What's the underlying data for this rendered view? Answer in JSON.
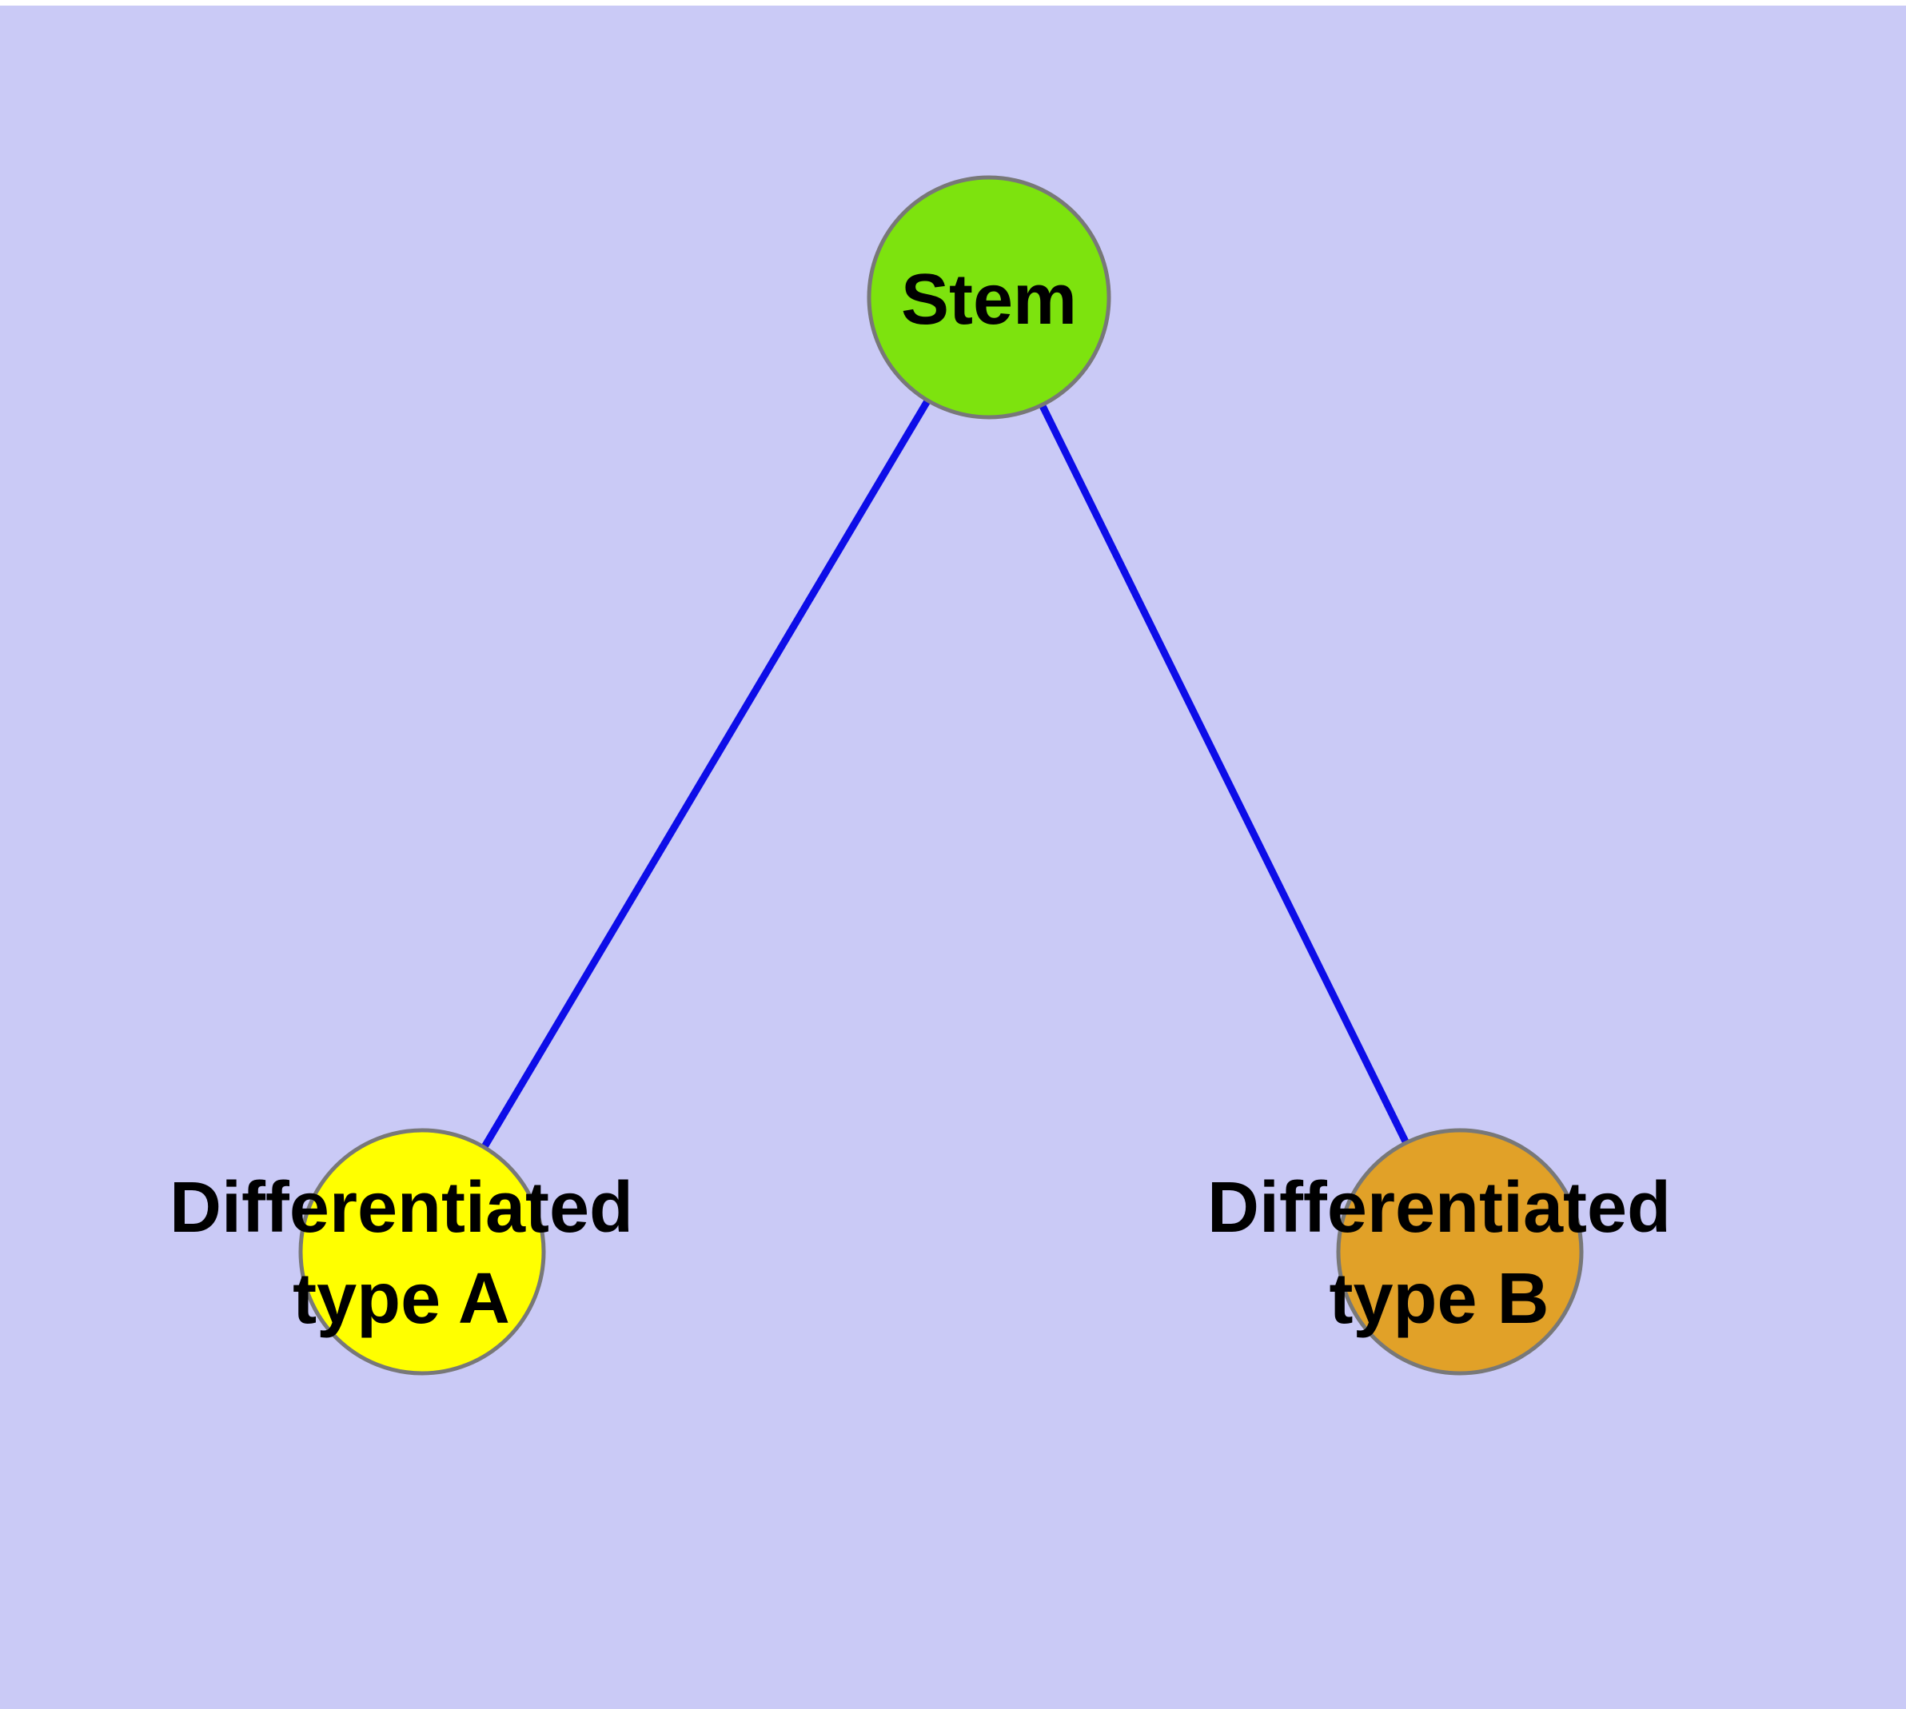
{
  "canvas": {
    "background_color": "#CACAF6",
    "top_strip_color": "#FFFFFF"
  },
  "diagram": {
    "type": "node-link-graph",
    "edge_color": "#0D0DE8",
    "node_border_color": "#787878",
    "nodes": [
      {
        "id": "stem",
        "label": "Stem",
        "fill": "#7DE30E"
      },
      {
        "id": "type-a",
        "label_line1": "Differentiated",
        "label_line2": "type A",
        "fill": "#FFFF00"
      },
      {
        "id": "type-b",
        "label_line1": "Differentiated",
        "label_line2": "type B",
        "fill": "#E1A128"
      }
    ],
    "edges": [
      {
        "from": "Stem",
        "to": "Differentiated type A"
      },
      {
        "from": "Stem",
        "to": "Differentiated type B"
      }
    ]
  }
}
